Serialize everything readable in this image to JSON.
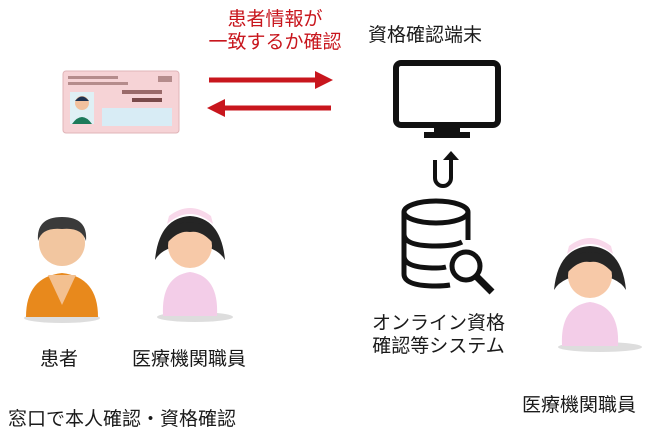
{
  "labels": {
    "match_line1": "患者情報が",
    "match_line2": "一致するか確認",
    "terminal": "資格確認端末",
    "system_line1": "オンライン資格",
    "system_line2": "確認等システム",
    "patient": "患者",
    "staff_left": "医療機関職員",
    "staff_right": "医療機関職員",
    "bottom_left_partial": "窓口で本人確認・資格確認"
  },
  "colors": {
    "arrow": "#c8161d",
    "card_bg": "#f6d3d6",
    "icon_stroke": "#111111"
  },
  "icons": {
    "card": "my-number-card-icon",
    "terminal": "computer-monitor-icon",
    "sync_arrow": "up-arrow-hook-icon",
    "database": "database-search-icon",
    "patient": "patient-person-icon",
    "nurse": "nurse-person-icon"
  }
}
